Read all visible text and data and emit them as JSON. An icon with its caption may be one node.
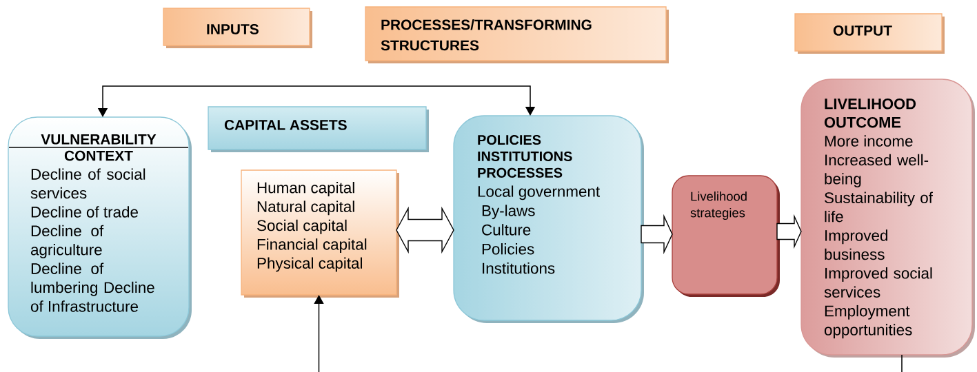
{
  "diagram": {
    "nodes": [
      {
        "text": [
          "INPUTS"
        ]
      },
      {
        "text": [
          "PROCESSES/TRANSFORMING STRUCTURES"
        ]
      },
      {
        "text": [
          "OUTPUT"
        ]
      },
      {
        "text": [
          "VULNERABILITY CONTEXT",
          "Decline of social services",
          "Decline of trade",
          "Decline of agriculture",
          "Decline of lumbering Decline of Infrastructure"
        ]
      },
      {
        "text": [
          "CAPITAL ASSETS"
        ]
      },
      {
        "text": [
          "Human capital",
          "Natural capital",
          "Social capital",
          "Financial capital",
          "Physical capital"
        ]
      },
      {
        "text": [
          "POLICIES INSTITUTIONS PROCESSES",
          "Local government",
          "By-laws",
          "Culture",
          "Policies",
          "Institutions"
        ]
      },
      {
        "text": [
          "Livelihood strategies"
        ]
      },
      {
        "text": [
          "LIVELIHOOD OUTCOME",
          "More income",
          "Increased well-being",
          "Sustainability of life",
          "Improved business",
          "Improved social services",
          "Employment opportunities"
        ]
      }
    ],
    "edges": [
      {
        "from": 3,
        "to": 6,
        "arrow": "both"
      },
      {
        "from": 5,
        "to": 6,
        "arrow": "both",
        "style": "thick"
      },
      {
        "from": 6,
        "to": 7,
        "arrow": "to",
        "style": "thick"
      },
      {
        "from": 7,
        "to": 8,
        "arrow": "to",
        "style": "thick"
      },
      {
        "from": null,
        "to": 5,
        "arrow": "to"
      },
      {
        "from": 8,
        "to": null,
        "arrow": "none"
      }
    ]
  }
}
